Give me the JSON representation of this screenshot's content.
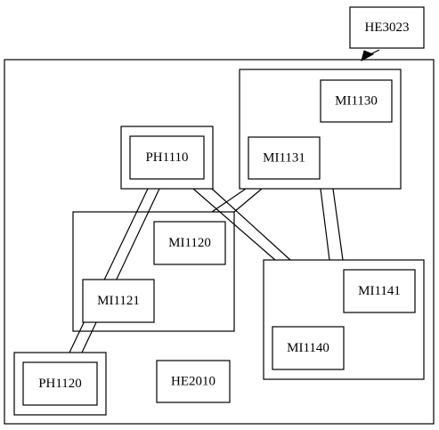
{
  "diagram": {
    "nodes": {
      "he3023": "HE3023",
      "mi1130": "MI1130",
      "mi1131": "MI1131",
      "ph1110": "PH1110",
      "mi1120": "MI1120",
      "mi1121": "MI1121",
      "mi1141": "MI1141",
      "mi1140": "MI1140",
      "ph1120": "PH1120",
      "he2010": "HE2010"
    }
  }
}
